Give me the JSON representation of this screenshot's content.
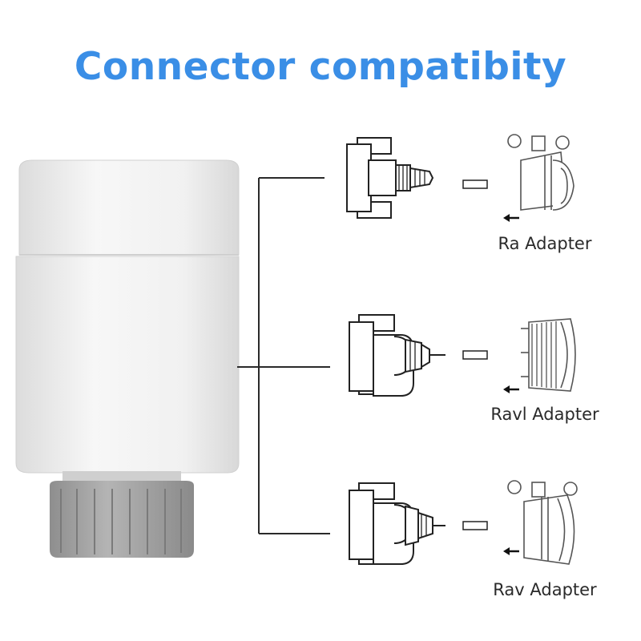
{
  "title": "Connector compatibity",
  "colors": {
    "title": "#3a8ee6",
    "thermostat_body": "#f4f4f4",
    "thermostat_ring": "#a9a9a9",
    "line_art": "#222222"
  },
  "adapters": [
    {
      "label": "Ra Adapter"
    },
    {
      "label": "Ravl Adapter"
    },
    {
      "label": "Rav Adapter"
    }
  ]
}
